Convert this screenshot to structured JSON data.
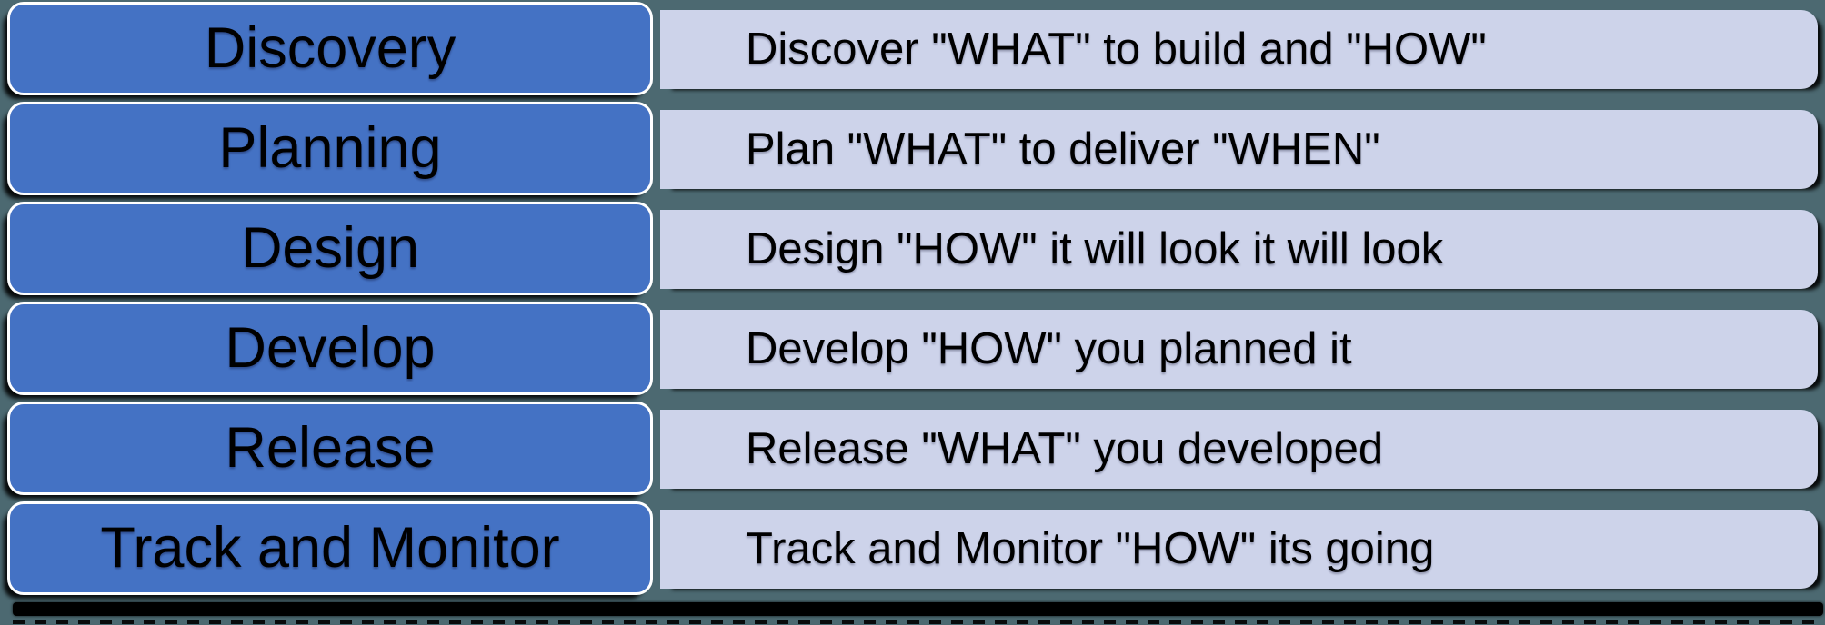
{
  "diagram": {
    "type": "process-stage-list",
    "rows": [
      {
        "stage": "Discovery",
        "description": "Discover \"WHAT\" to build and \"HOW\""
      },
      {
        "stage": "Planning",
        "description": "Plan \"WHAT\" to deliver \"WHEN\""
      },
      {
        "stage": "Design",
        "description": "Design \"HOW\" it will look it will look"
      },
      {
        "stage": "Develop",
        "description": "Develop \"HOW\" you planned it"
      },
      {
        "stage": "Release",
        "description": "Release \"WHAT\" you developed"
      },
      {
        "stage": "Track and Monitor",
        "description": "Track and Monitor \"HOW\" its going"
      }
    ]
  },
  "colors": {
    "stage_fill": "#4472C4",
    "stage_border": "#FFFFFF",
    "description_fill": "#CDD3EA",
    "background": "#4C6971",
    "text": "#000000",
    "shadow": "#000000"
  }
}
